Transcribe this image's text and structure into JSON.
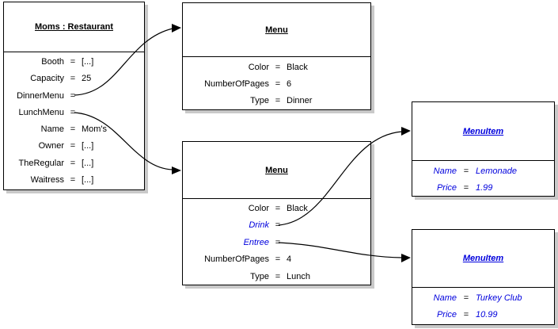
{
  "diagram": {
    "type": "uml-object-diagram",
    "equals": "=",
    "colors": {
      "text": "#000000",
      "reference_blue": "#0000DD",
      "border": "#000000",
      "shadow": "#C9C9C9",
      "background": "#FFFFFF"
    },
    "objects": [
      {
        "id": "moms-restaurant",
        "title": "Moms : Restaurant",
        "attributes": [
          {
            "name": "Booth",
            "value": "[...]"
          },
          {
            "name": "Capacity",
            "value": "25"
          },
          {
            "name": "DinnerMenu",
            "value": ""
          },
          {
            "name": "LunchMenu",
            "value": ""
          },
          {
            "name": "Name",
            "value": "Mom's"
          },
          {
            "name": "Owner",
            "value": "[...]"
          },
          {
            "name": "TheRegular",
            "value": "[...]"
          },
          {
            "name": "Waitress",
            "value": "[...]"
          }
        ]
      },
      {
        "id": "dinner-menu",
        "title": "Menu",
        "attributes": [
          {
            "name": "Color",
            "value": "Black"
          },
          {
            "name": "NumberOfPages",
            "value": "6"
          },
          {
            "name": "Type",
            "value": "Dinner"
          }
        ]
      },
      {
        "id": "lunch-menu",
        "title": "Menu",
        "attributes": [
          {
            "name": "Color",
            "value": "Black"
          },
          {
            "name": "Drink",
            "value": "",
            "emphasized": true
          },
          {
            "name": "Entree",
            "value": "",
            "emphasized": true
          },
          {
            "name": "NumberOfPages",
            "value": "4"
          },
          {
            "name": "Type",
            "value": "Lunch"
          }
        ]
      },
      {
        "id": "menuitem-lemonade",
        "title": "MenuItem",
        "title_emphasized": true,
        "attributes": [
          {
            "name": "Name",
            "value": "Lemonade",
            "emphasized": true
          },
          {
            "name": "Price",
            "value": "1.99",
            "emphasized": true
          }
        ]
      },
      {
        "id": "menuitem-turkey-club",
        "title": "MenuItem",
        "title_emphasized": true,
        "attributes": [
          {
            "name": "Name",
            "value": "Turkey Club",
            "emphasized": true
          },
          {
            "name": "Price",
            "value": "10.99",
            "emphasized": true
          }
        ]
      }
    ],
    "links": [
      {
        "source": "Moms : Restaurant.DinnerMenu",
        "target": "Menu (Dinner)"
      },
      {
        "source": "Moms : Restaurant.LunchMenu",
        "target": "Menu (Lunch)"
      },
      {
        "source": "Menu (Lunch).Drink",
        "target": "MenuItem (Lemonade)"
      },
      {
        "source": "Menu (Lunch).Entree",
        "target": "MenuItem (Turkey Club)"
      }
    ]
  }
}
